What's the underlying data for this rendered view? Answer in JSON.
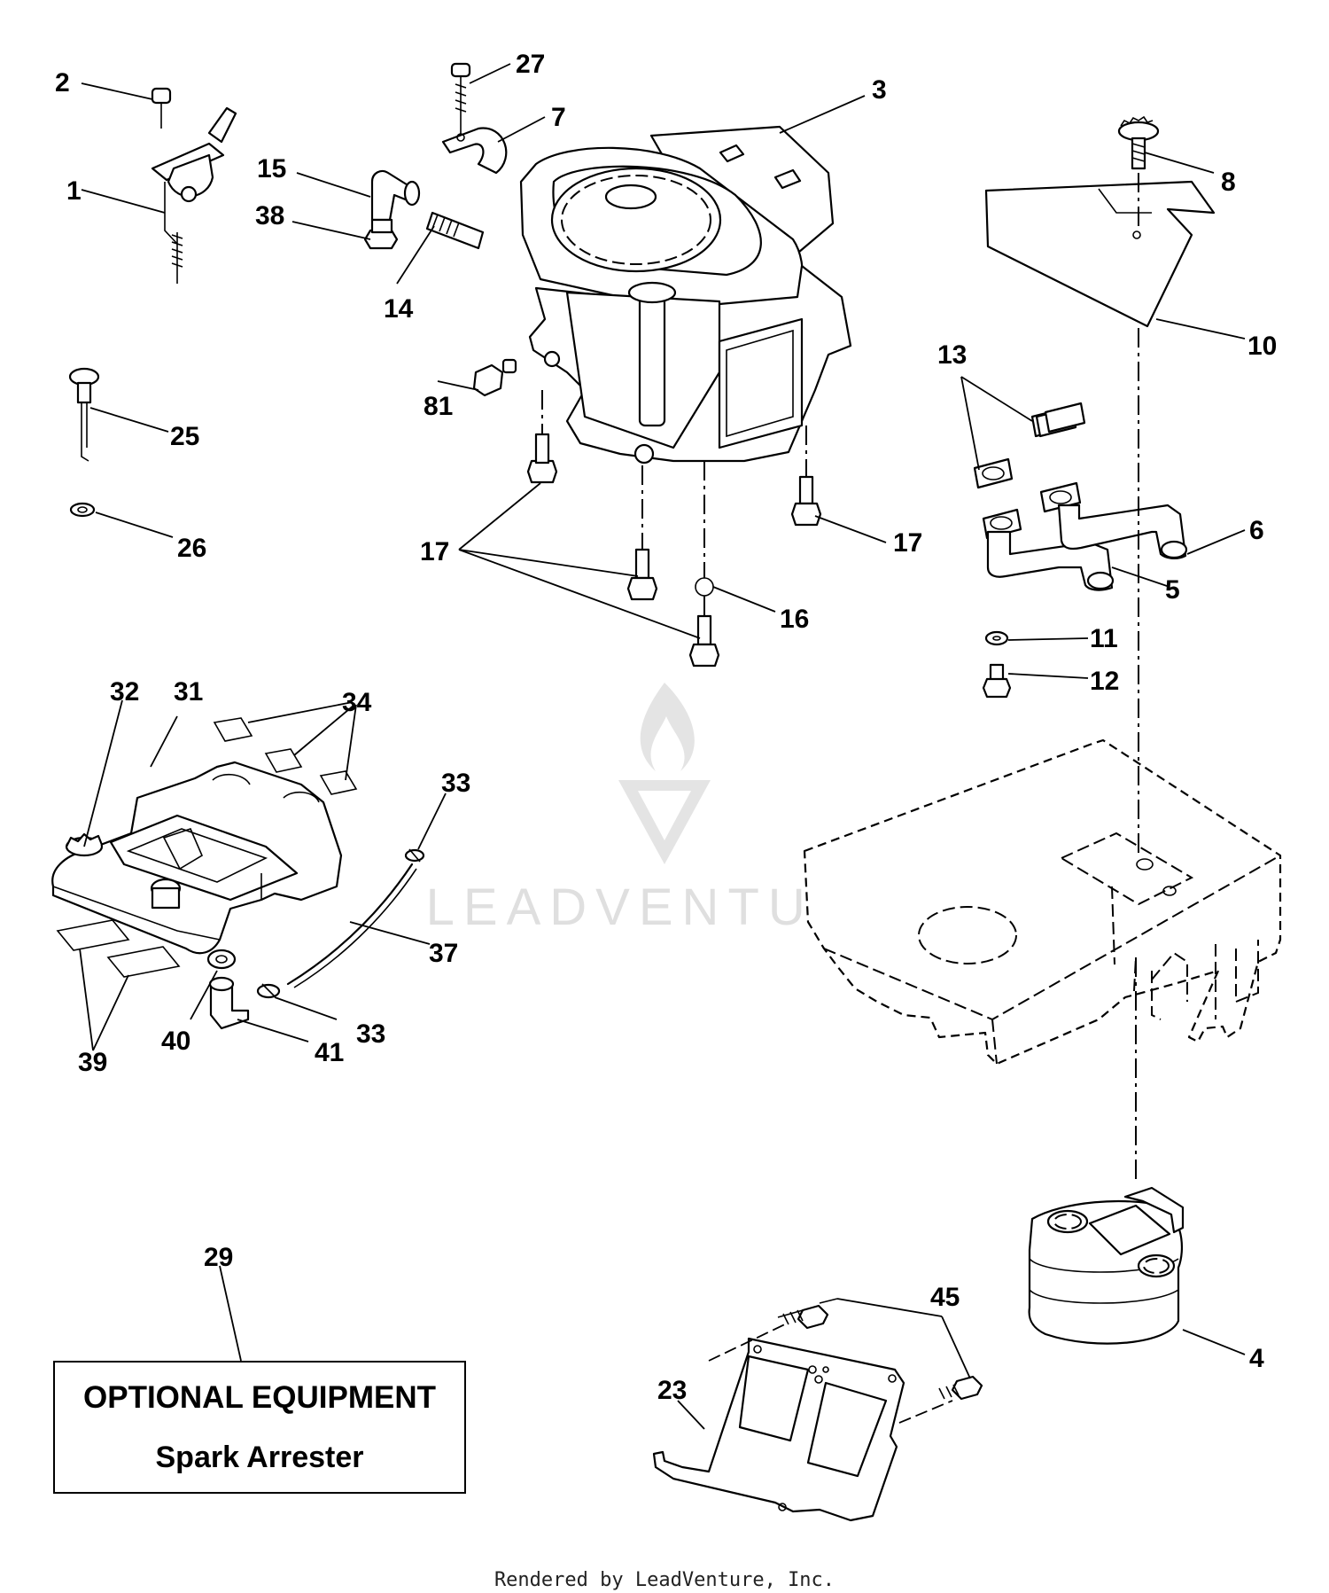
{
  "callouts": [
    "1",
    "2",
    "3",
    "4",
    "5",
    "6",
    "7",
    "8",
    "10",
    "11",
    "12",
    "13",
    "14",
    "15",
    "16",
    "17",
    "23",
    "25",
    "26",
    "27",
    "29",
    "31",
    "32",
    "33",
    "34",
    "37",
    "38",
    "39",
    "40",
    "41",
    "45",
    "81"
  ],
  "optional_box": {
    "title": "OPTIONAL EQUIPMENT",
    "subtitle": "Spark Arrester"
  },
  "watermark": "LEADVENTURE",
  "footer": "Rendered by LeadVenture, Inc."
}
